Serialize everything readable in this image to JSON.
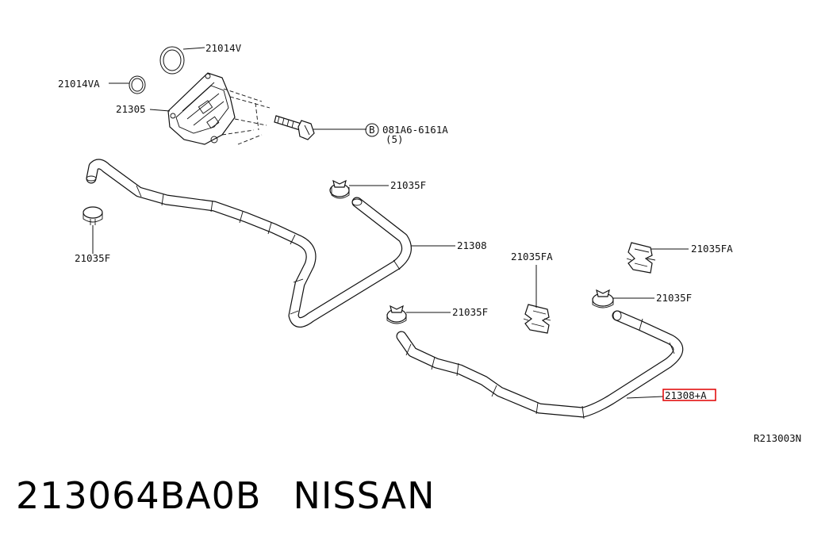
{
  "diagram": {
    "labels": {
      "oring_large": "21014V",
      "oring_small": "21014VA",
      "cooler": "21305",
      "bolt_ref": "081A6-6161A",
      "bolt_qty": "(5)",
      "bolt_marker": "B",
      "clamp_top": "21035F",
      "clamp_left": "21035F",
      "hose_upper": "21308",
      "clip_center": "21035FA",
      "clip_right": "21035FA",
      "clamp_right": "21035F",
      "clamp_mid": "21035F",
      "hose_lower": "21308+A",
      "drawing_code": "R213003N"
    },
    "highlight_color": "#e00000"
  },
  "footer": {
    "part_number": "213064BA0B",
    "brand": "NISSAN"
  }
}
